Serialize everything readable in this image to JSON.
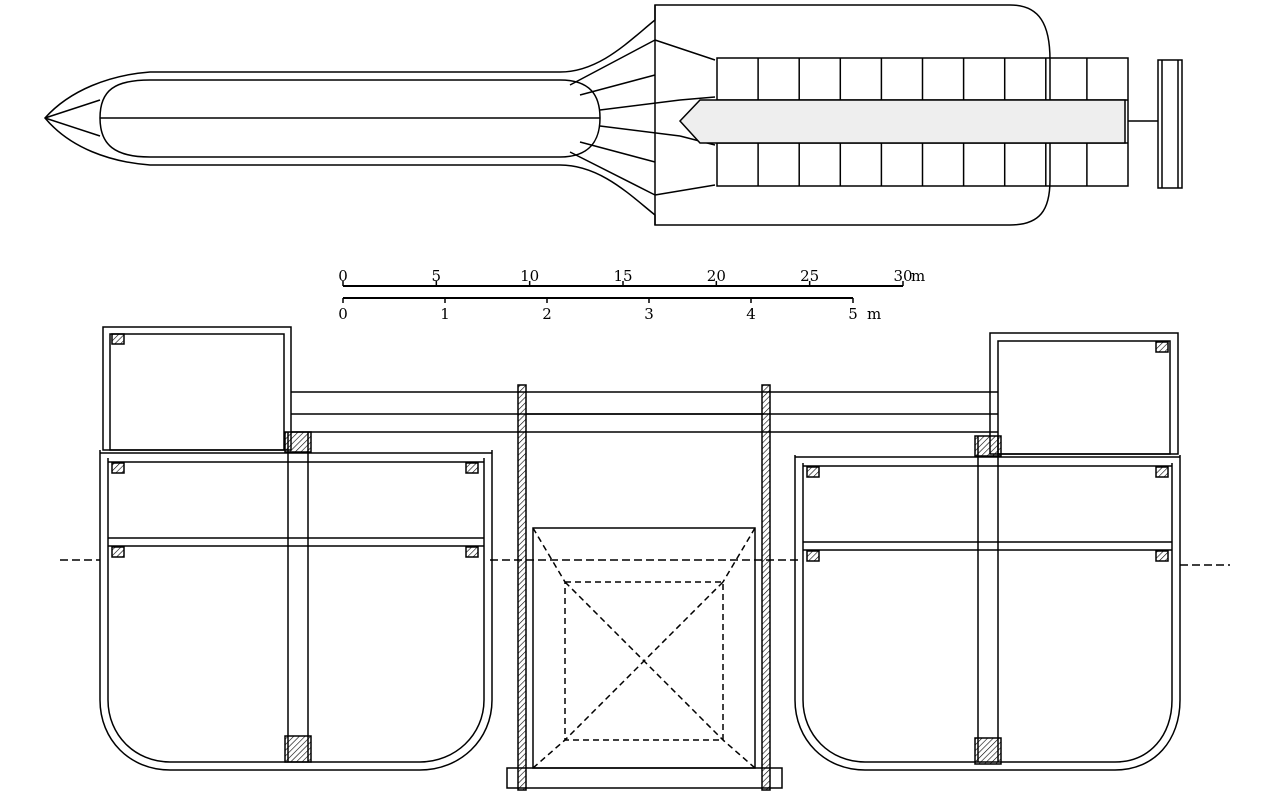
{
  "scales": [
    {
      "name": "plan-scale",
      "labels": [
        "0",
        "5",
        "10",
        "15",
        "20",
        "25",
        "30"
      ],
      "unit": "m"
    },
    {
      "name": "section-scale",
      "labels": [
        "0",
        "1",
        "2",
        "3",
        "4",
        "5"
      ],
      "unit": "m"
    }
  ],
  "colors": {
    "ink": "#000000",
    "background": "#ffffff"
  }
}
